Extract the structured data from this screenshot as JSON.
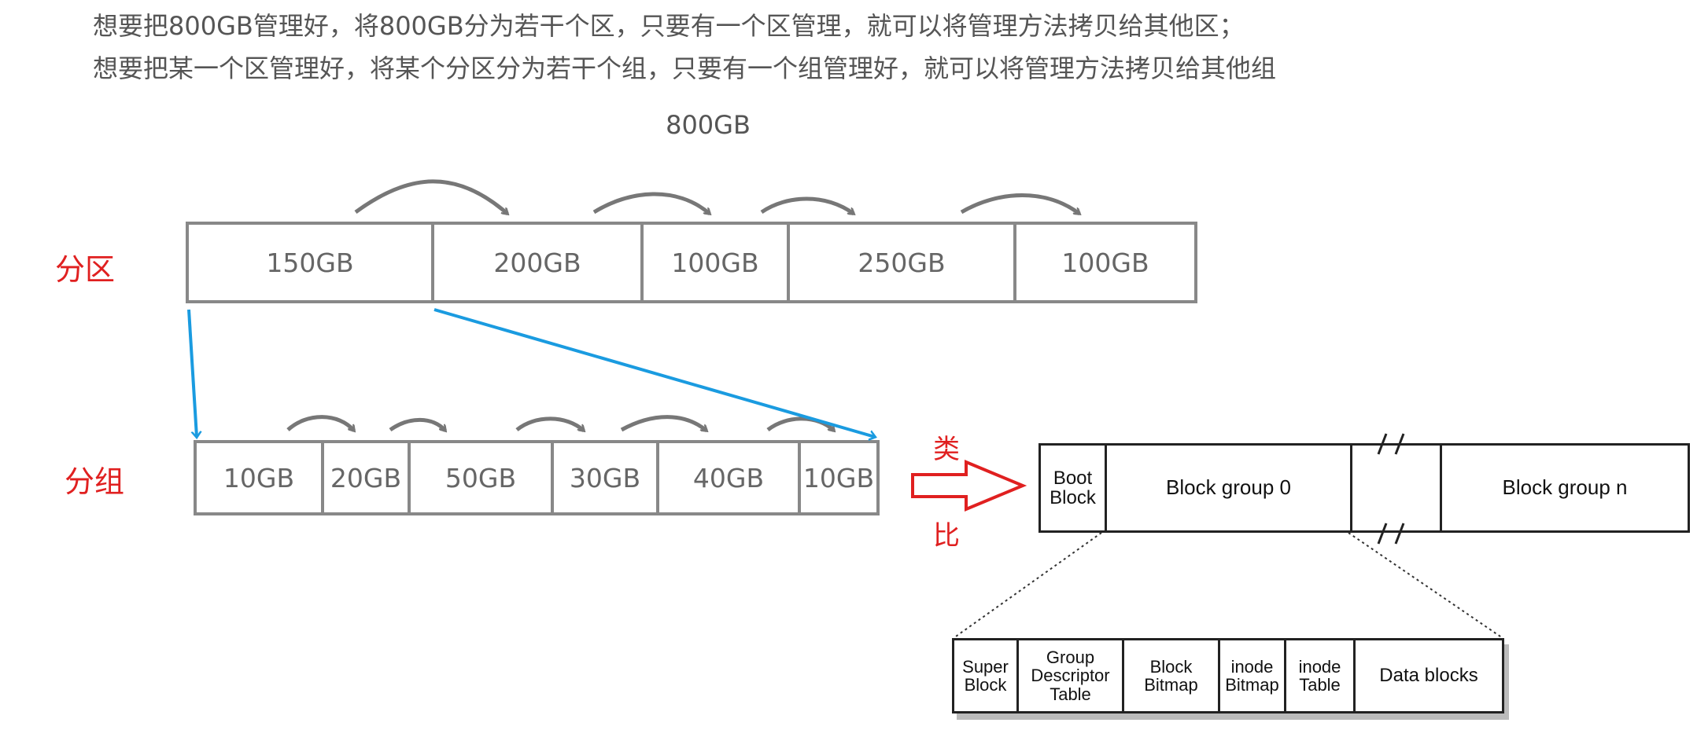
{
  "intro": {
    "line1": "想要把800GB管理好，将800GB分为若干个区，只要有一个区管理，就可以将管理方法拷贝给其他区；",
    "line2": "想要把某一个区管理好，将某个分区分为若干个组，只要有一个组管理好，就可以将管理方法拷贝给其他组"
  },
  "disk_total": "800GB",
  "partition_row": {
    "label": "分区",
    "segments": [
      "150GB",
      "200GB",
      "100GB",
      "250GB",
      "100GB"
    ]
  },
  "group_row": {
    "label": "分组",
    "segments": [
      "10GB",
      "20GB",
      "50GB",
      "30GB",
      "40GB",
      "10GB"
    ]
  },
  "analogy": {
    "top_char": "类",
    "bottom_char": "比"
  },
  "ext_layout": {
    "boot_block": "Boot\nBlock",
    "block_group_0": "Block group 0",
    "block_group_n": "Block group n"
  },
  "block_group_detail": {
    "cells": [
      "Super\nBlock",
      "Group\nDescriptor\nTable",
      "Block\nBitmap",
      "inode\nBitmap",
      "inode\nTable",
      "Data blocks"
    ]
  },
  "colors": {
    "label_red": "#e02020",
    "connector_blue": "#1a9be0",
    "arrow_gray": "#777777"
  }
}
